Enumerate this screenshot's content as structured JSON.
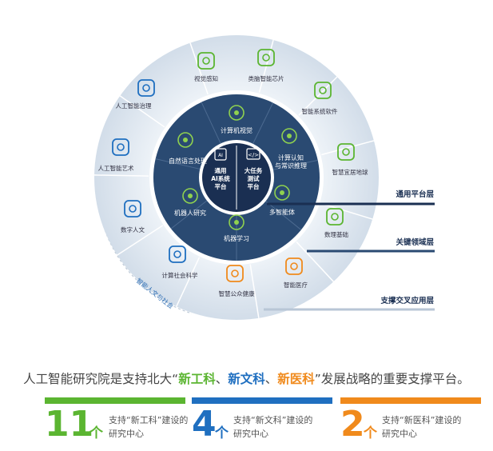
{
  "colors": {
    "green": "#5bb531",
    "blue": "#1f6fc0",
    "orange": "#f08a1c",
    "outer_ring": "#d9e3ee",
    "middle_ring": "#2a4a72",
    "center": "#1a2f52"
  },
  "center": {
    "left": [
      "通用",
      "AI系统",
      "平台"
    ],
    "right": [
      "大任务",
      "测试",
      "平台"
    ]
  },
  "middle_ring": [
    "计算机视觉",
    "计算认知",
    "与常识推理",
    "多智能体",
    "机器学习",
    "机器人研究",
    "自然语言处理"
  ],
  "outer_ring": [
    "视觉感知",
    "类脑智能芯片",
    "智能系统软件",
    "智慧宜居地球",
    "数理基础",
    "智能医疗",
    "智慧公众健康",
    "计算社会科学",
    "数字人文",
    "人工智能艺术",
    "人工智能治理"
  ],
  "arc_label": "智能人文与社会",
  "layers": [
    "通用平台层",
    "关键领域层",
    "支撑交叉应用层"
  ],
  "headline": {
    "part1": "人工智能研究院是支持北大“",
    "kw1": "新工科",
    "sep1": "、",
    "kw2": "新文科",
    "sep2": "、",
    "kw3": "新医科",
    "part2": "”发展战略的重要支撑平台。"
  },
  "stats": [
    {
      "number": "11",
      "unit": "个",
      "line1": "支持“新工科”建设的",
      "line2": "研究中心",
      "color": "#5bb531"
    },
    {
      "number": "4",
      "unit": "个",
      "line1": "支持“新文科”建设的",
      "line2": "研究中心",
      "color": "#1f6fc0"
    },
    {
      "number": "2",
      "unit": "个",
      "line1": "支持“新医科”建设的",
      "line2": "研究中心",
      "color": "#f08a1c"
    }
  ]
}
